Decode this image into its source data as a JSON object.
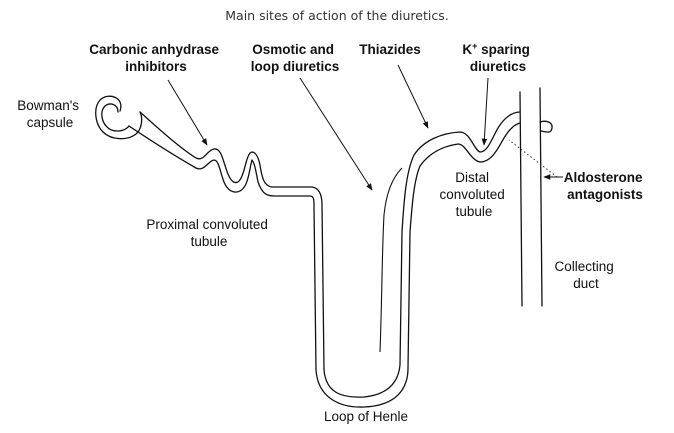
{
  "title": "Main sites of action of the diuretics.",
  "drugs": {
    "carbonic_line1": "Carbonic anhydrase",
    "carbonic_line2": "inhibitors",
    "osmotic_line1": "Osmotic and",
    "osmotic_line2": "loop diuretics",
    "thiazides": "Thiazides",
    "k_symbol": "K",
    "k_superscript": "+",
    "ksparing_line1": " sparing",
    "ksparing_line2": "diuretics",
    "aldosterone_line1": "Aldosterone",
    "aldosterone_line2": "antagonists"
  },
  "structures": {
    "bowman_line1": "Bowman's",
    "bowman_line2": "capsule",
    "proximal_line1": "Proximal convoluted",
    "proximal_line2": "tubule",
    "distal_line1": "Distal",
    "distal_line2": "convoluted",
    "distal_line3": "tubule",
    "collecting_line1": "Collecting",
    "collecting_line2": "duct",
    "loop": "Loop of Henle"
  }
}
